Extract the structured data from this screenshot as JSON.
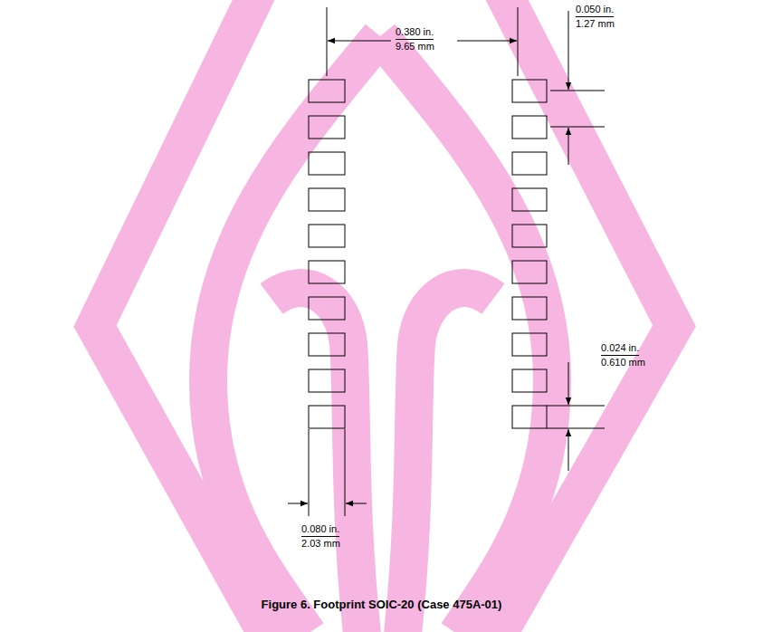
{
  "diagram": {
    "caption": "Figure 6. Footprint SOIC-20 (Case 475A-01)",
    "labels": [
      "0.380 in.",
      "9.65 mm",
      "0.050 in.",
      "1.27 mm",
      "0.024 in.",
      "0.610 mm",
      "0.080 in.",
      "2.03 mm"
    ]
  }
}
